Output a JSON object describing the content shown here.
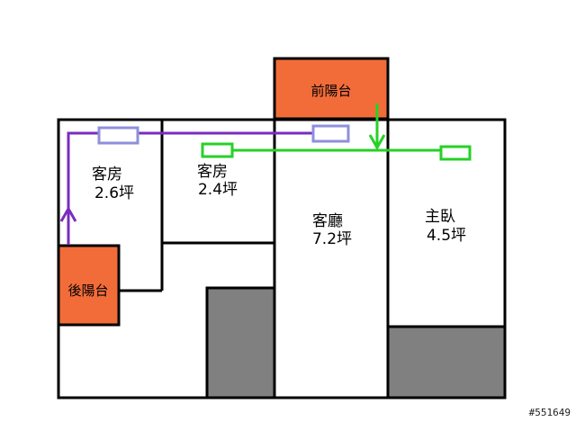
{
  "rooms": [
    {
      "name": "客房",
      "area": "2.6坪"
    },
    {
      "name": "客房",
      "area": "2.4坪"
    },
    {
      "name": "客廳",
      "area": "7.2坪"
    },
    {
      "name": "主臥",
      "area": "4.5坪"
    }
  ],
  "balconies": {
    "front": "前陽台",
    "back": "後陽台"
  },
  "watermark": "#551649",
  "colors": {
    "balcony": "#f26c3a",
    "shaded": "#808080",
    "wall": "#000000",
    "purple_route": "#7a2cbf",
    "purple_box": "#8f8fdc",
    "green_route": "#26d126"
  }
}
